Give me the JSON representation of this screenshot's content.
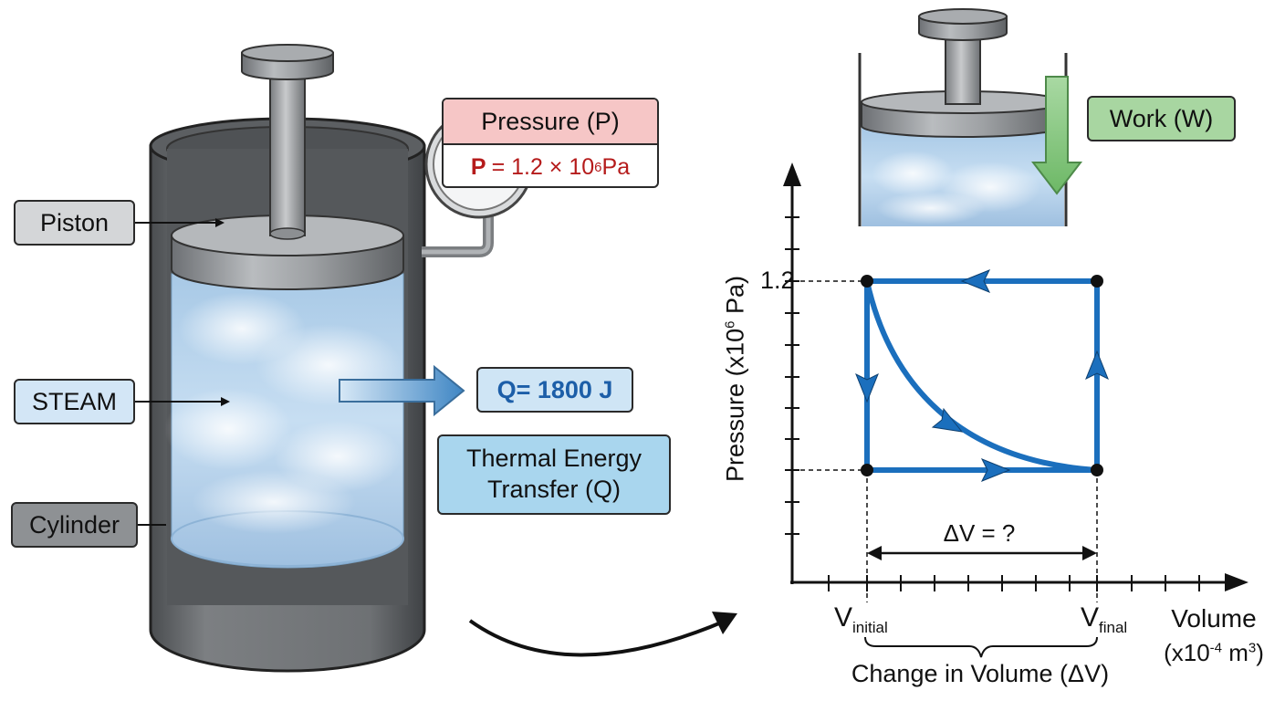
{
  "labels": {
    "piston": "Piston",
    "steam": "STEAM",
    "cylinder": "Cylinder",
    "pressure_title": "Pressure (P)",
    "pressure_symbol": "P",
    "pressure_value": "= 1.2 × 10",
    "pressure_exp": "6",
    "pressure_unit": " Pa",
    "heat": "Q= 1800 J",
    "transfer_line1": "Thermal Energy",
    "transfer_line2": "Transfer (Q)",
    "work": "Work (W)"
  },
  "graph": {
    "y_label": "Pressure (x10",
    "y_label_exp": "6",
    "y_label_end": " Pa)",
    "y_tick": "1.2",
    "x_label": "Volume",
    "x_units_pre": "(x10",
    "x_units_exp": "-4",
    "x_units_mid": " m",
    "x_units_exp2": "3",
    "x_units_end": ")",
    "v_initial": "V",
    "v_initial_sub": "initial",
    "v_final": "V",
    "v_final_sub": "final",
    "delta_v": "ΔV = ?",
    "change_label": "Change in Volume (ΔV)"
  },
  "colors": {
    "cycle_line": "#1b6fbd",
    "pressure_header": "#f6c6c6",
    "pressure_text": "#b51b1b",
    "heat_arrow": "#3f86c4",
    "work_arrow": "#7fc47a",
    "steam": "#b9d6ee"
  }
}
